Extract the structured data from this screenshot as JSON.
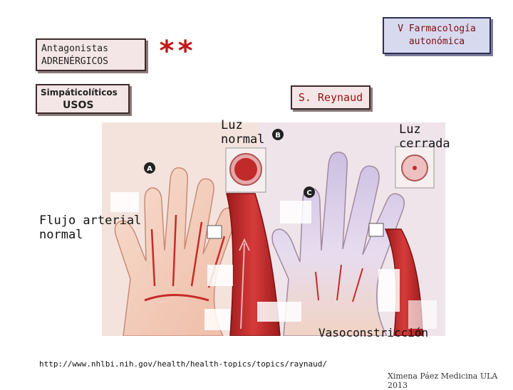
{
  "slide": {
    "antagonists_line1": "Antagonistas",
    "antagonists_line2": "ADRENÉRGICOS",
    "stars": "**",
    "simpat_title": "Simpáticolíticos",
    "simpat_usos": "USOS",
    "course_line1": "V Farmacología",
    "course_line2": "autonómica",
    "reynaud_title": "S. Reynaud"
  },
  "figure": {
    "marker_a": "A",
    "marker_b": "B",
    "marker_c": "C",
    "luz_normal_line1": "Luz",
    "luz_normal_line2": "normal",
    "luz_cerrada_line1": "Luz",
    "luz_cerrada_line2": "cerrada",
    "flujo_line1": "Flujo arterial",
    "flujo_line2": "normal",
    "vasoconstriccion": "Vasoconstricción"
  },
  "footer": {
    "url": "http://www.nhlbi.nih.gov/health/health-topics/topics/raynaud/",
    "credit": "Ximena Páez Medicina ULA 2013"
  },
  "colors": {
    "skin": "#f4d3c2",
    "skin_shadow": "#e9b8a3",
    "artery": "#c52a2a",
    "artery_dark": "#8f1616",
    "raynaud_blue": "#c9c3e3",
    "raynaud_pale": "#ece6f2"
  }
}
